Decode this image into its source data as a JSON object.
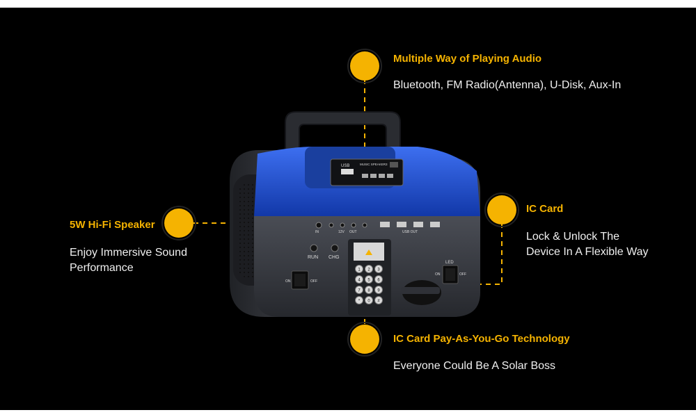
{
  "features": {
    "audio": {
      "title": "Multiple Way of Playing Audio",
      "desc": "Bluetooth, FM Radio(Antenna), U-Disk, Aux-In"
    },
    "speaker": {
      "title": "5W Hi-Fi Speaker",
      "desc": "Enjoy Immersive Sound Performance"
    },
    "iccard": {
      "title": "IC Card",
      "desc": "Lock & Unlock The Device In A Flexible Way"
    },
    "payg": {
      "title": "IC Card Pay-As-You-Go Technology",
      "desc": "Everyone Could Be A Solar Boss"
    }
  },
  "device": {
    "labels": {
      "usb": "USB",
      "music": "MUSIC SPEAKER3",
      "in": "IN",
      "v12": "12V",
      "out": "OUT",
      "usb_out": "USB  OUT",
      "run": "RUN",
      "chg": "CHG",
      "led": "LED",
      "on": "ON",
      "off": "OFF"
    },
    "keypad": [
      "1",
      "2",
      "3",
      "4",
      "5",
      "6",
      "7",
      "8",
      "9",
      "*",
      "0",
      "#"
    ]
  },
  "colors": {
    "accent": "#f5b301",
    "device_blue": "#1f56d6",
    "background": "#000000"
  }
}
